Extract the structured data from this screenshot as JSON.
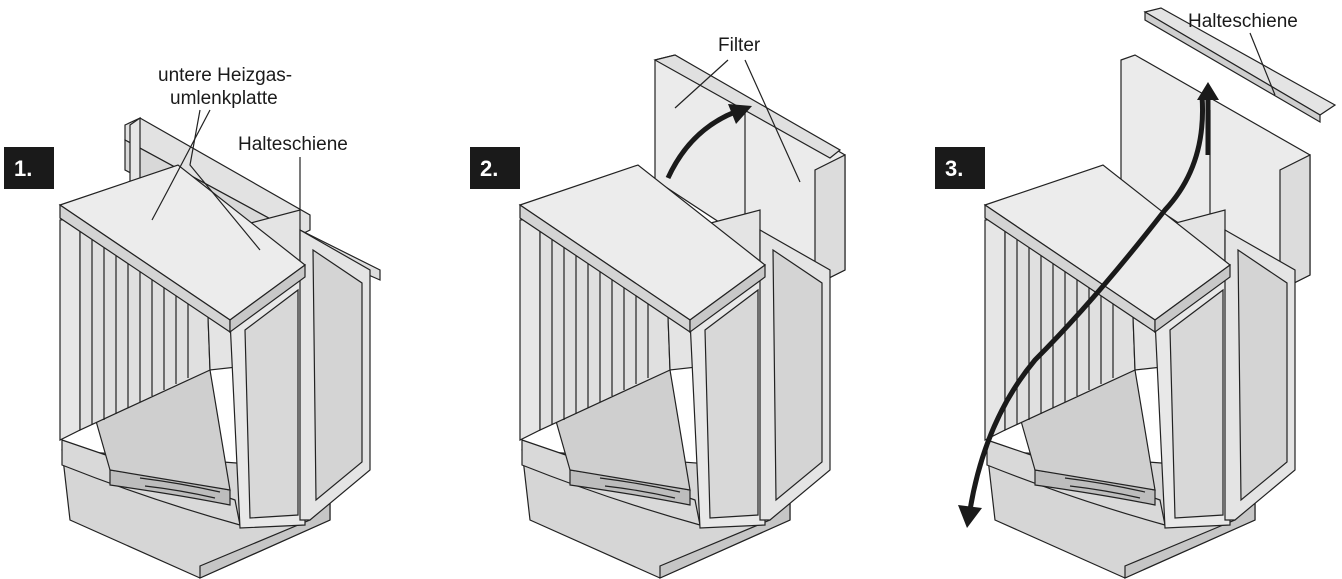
{
  "steps": [
    {
      "badge": "1.",
      "labels": {
        "plate_line1": "untere Heizgas-",
        "plate_line2": "umlenkplatte",
        "rail": "Halteschiene"
      }
    },
    {
      "badge": "2.",
      "labels": {
        "filter": "Filter"
      }
    },
    {
      "badge": "3.",
      "labels": {
        "rail": "Halteschiene"
      }
    }
  ],
  "colors": {
    "stroke": "#222222",
    "panel_light": "#e9e9e9",
    "panel_mid": "#d9d9d9",
    "panel_dark": "#c4c4c4",
    "badge_bg": "#1a1a1a",
    "arrow": "#1a1a1a"
  }
}
